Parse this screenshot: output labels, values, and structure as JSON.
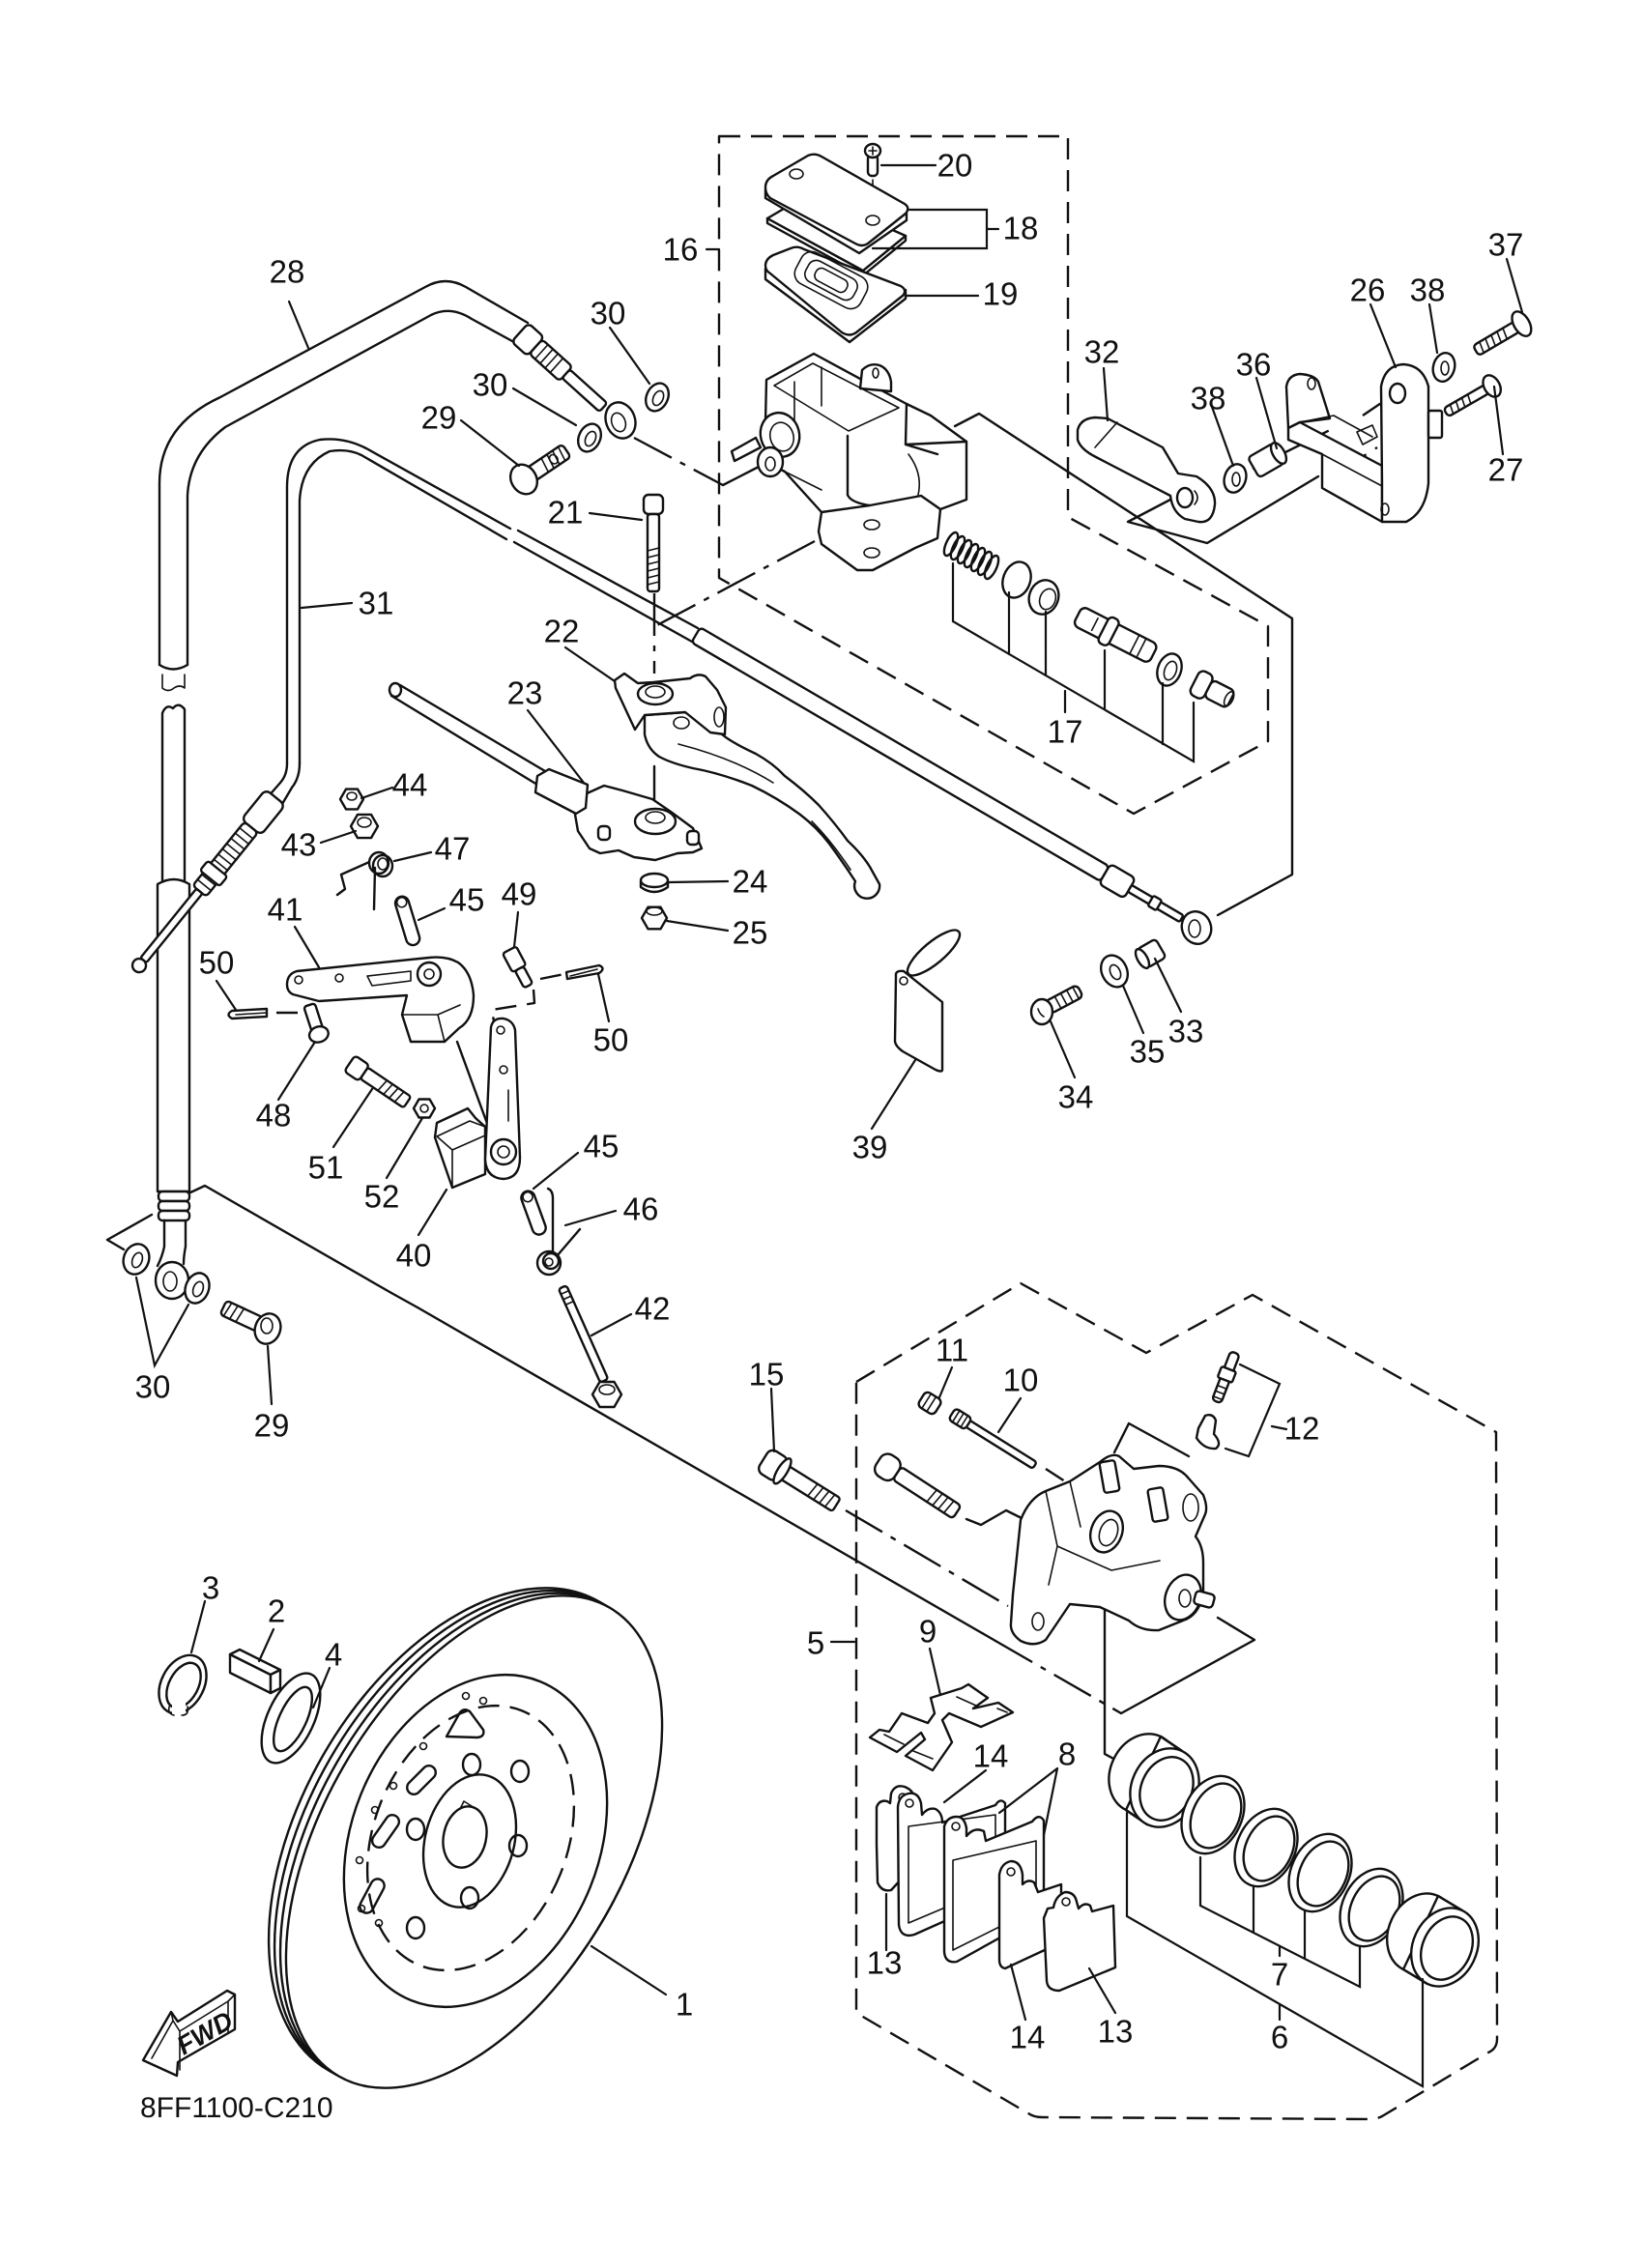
{
  "diagram": {
    "code": "8FF1100-C210",
    "fwd_label": "FWD",
    "callouts": [
      "1",
      "2",
      "3",
      "4",
      "5",
      "6",
      "7",
      "8",
      "9",
      "10",
      "11",
      "12",
      "13",
      "13",
      "14",
      "14",
      "15",
      "16",
      "17",
      "18",
      "19",
      "20",
      "21",
      "22",
      "23",
      "24",
      "25",
      "26",
      "27",
      "28",
      "29",
      "29",
      "30",
      "30",
      "30",
      "31",
      "32",
      "33",
      "34",
      "35",
      "36",
      "37",
      "38",
      "38",
      "39",
      "40",
      "41",
      "42",
      "43",
      "44",
      "45",
      "45",
      "46",
      "47",
      "48",
      "49",
      "50",
      "50",
      "51",
      "52"
    ]
  }
}
